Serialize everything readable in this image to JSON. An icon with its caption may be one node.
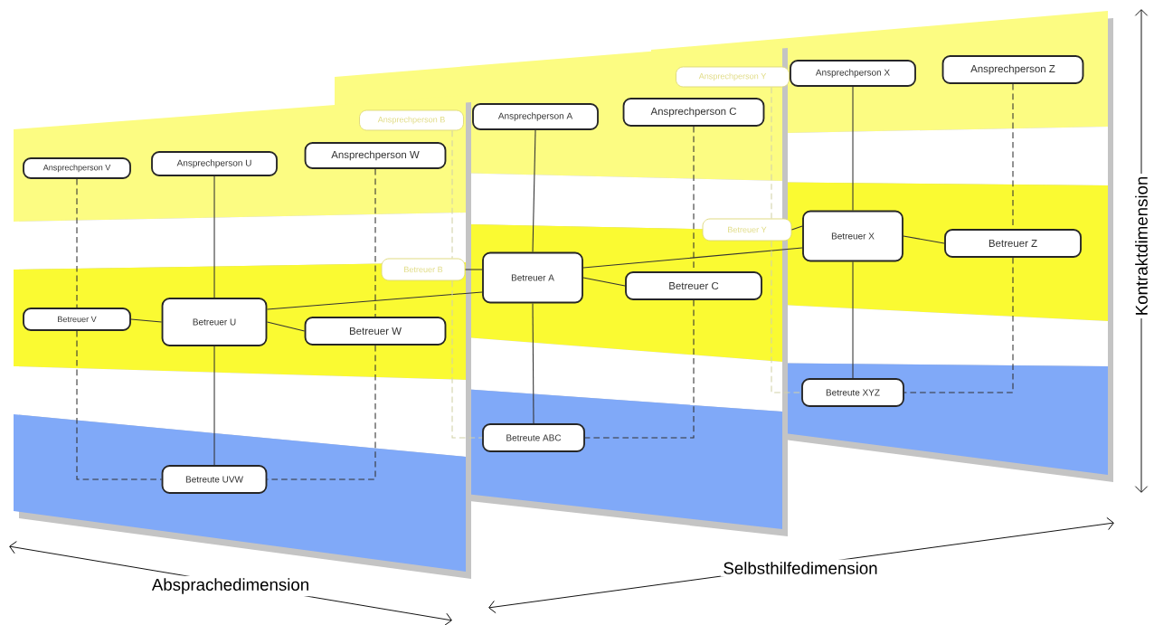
{
  "diagram": {
    "nodes": [
      {
        "text": [
          "Ansprechperson V"
        ]
      },
      {
        "text": [
          "Ansprechperson U"
        ]
      },
      {
        "text": [
          "Ansprechperson W"
        ]
      },
      {
        "text": [
          "Betreuer V"
        ]
      },
      {
        "text": [
          "Betreuer U"
        ]
      },
      {
        "text": [
          "Betreuer W"
        ]
      },
      {
        "text": [
          "Betreute UVW"
        ]
      },
      {
        "text": [
          "Ansprechperson B"
        ]
      },
      {
        "text": [
          "Betreuer B"
        ]
      },
      {
        "text": [
          "Ansprechperson A"
        ]
      },
      {
        "text": [
          "Ansprechperson C"
        ]
      },
      {
        "text": [
          "Betreuer A"
        ]
      },
      {
        "text": [
          "Betreuer C"
        ]
      },
      {
        "text": [
          "Betreute ABC"
        ]
      },
      {
        "text": [
          "Ansprechperson Y"
        ]
      },
      {
        "text": [
          "Betreuer Y"
        ]
      },
      {
        "text": [
          "Ansprechperson X"
        ]
      },
      {
        "text": [
          "Ansprechperson Z"
        ]
      },
      {
        "text": [
          "Betreuer X"
        ]
      },
      {
        "text": [
          "Betreuer Z"
        ]
      },
      {
        "text": [
          "Betreute XYZ"
        ]
      }
    ],
    "edges": [
      {
        "from": 0,
        "to": 3,
        "arrow": "none",
        "style": "dashed"
      },
      {
        "from": 3,
        "to": 6,
        "arrow": "none",
        "style": "dashed"
      },
      {
        "from": 1,
        "to": 4,
        "arrow": "none"
      },
      {
        "from": 4,
        "to": 6,
        "arrow": "none"
      },
      {
        "from": 3,
        "to": 4,
        "arrow": "none"
      },
      {
        "from": 4,
        "to": 5,
        "arrow": "none"
      },
      {
        "from": 2,
        "to": 5,
        "arrow": "none",
        "style": "dashed"
      },
      {
        "from": 5,
        "to": 6,
        "arrow": "none",
        "style": "dashed"
      },
      {
        "from": 4,
        "to": 11,
        "arrow": "none"
      },
      {
        "from": 7,
        "to": 8,
        "arrow": "none",
        "style": "dashed",
        "color": "#d2d2a8"
      },
      {
        "from": 8,
        "to": 13,
        "arrow": "none",
        "style": "dashed",
        "color": "#d2d2a8"
      },
      {
        "from": 8,
        "to": 11,
        "arrow": "none"
      },
      {
        "from": 9,
        "to": 11,
        "arrow": "none"
      },
      {
        "from": 11,
        "to": 13,
        "arrow": "none"
      },
      {
        "from": 11,
        "to": 12,
        "arrow": "none"
      },
      {
        "from": 10,
        "to": 12,
        "arrow": "none",
        "style": "dashed"
      },
      {
        "from": 12,
        "to": 13,
        "arrow": "none",
        "style": "dashed"
      },
      {
        "from": 11,
        "to": 18,
        "arrow": "none"
      },
      {
        "from": 14,
        "to": 15,
        "arrow": "none",
        "style": "dashed",
        "color": "#d2d2a8"
      },
      {
        "from": 15,
        "to": 20,
        "arrow": "none",
        "style": "dashed",
        "color": "#d2d2a8"
      },
      {
        "from": 15,
        "to": 18,
        "arrow": "none"
      },
      {
        "from": 16,
        "to": 18,
        "arrow": "none"
      },
      {
        "from": 18,
        "to": 20,
        "arrow": "none"
      },
      {
        "from": 18,
        "to": 19,
        "arrow": "none"
      },
      {
        "from": 17,
        "to": 19,
        "arrow": "none",
        "style": "dashed"
      },
      {
        "from": 19,
        "to": 20,
        "arrow": "none",
        "style": "dashed"
      }
    ],
    "labels": [
      "Kontraktdimension",
      "Selbsthilfedimension",
      "Absprachedimension"
    ]
  }
}
